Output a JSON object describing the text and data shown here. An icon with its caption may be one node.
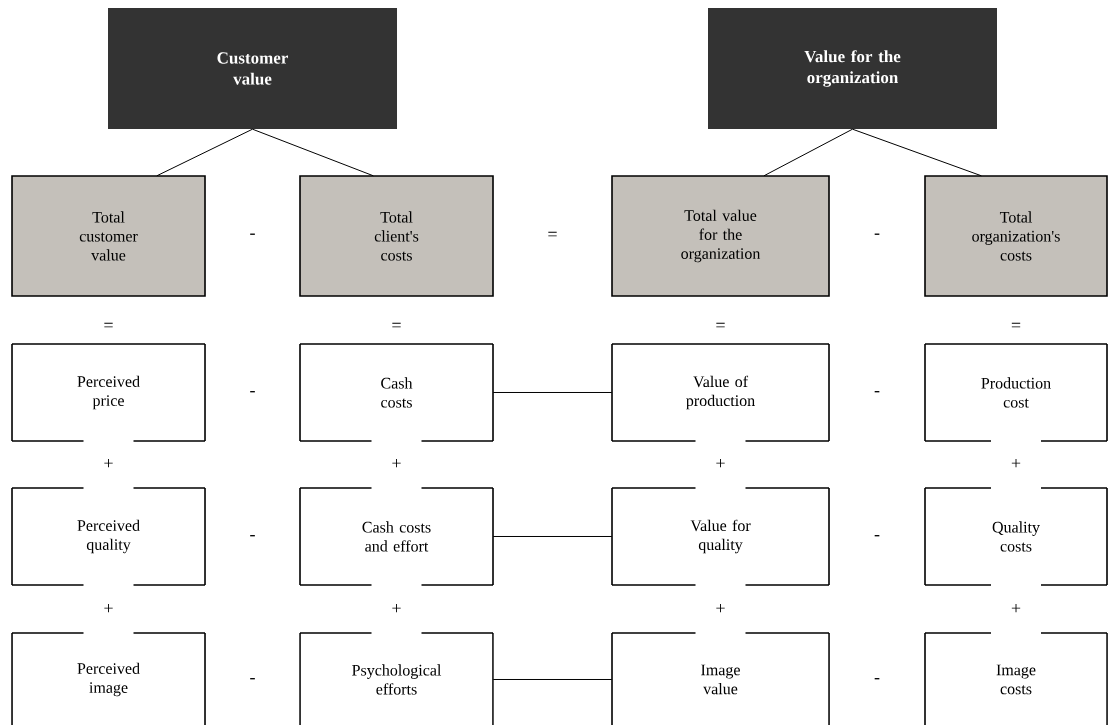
{
  "diagram": {
    "nodes": [
      {
        "text": [
          "Customer value"
        ]
      },
      {
        "text": [
          "Value for the organization"
        ]
      },
      {
        "text": [
          "Total customer value"
        ]
      },
      {
        "text": [
          "Total client's costs"
        ]
      },
      {
        "text": [
          "Total value for the organization"
        ]
      },
      {
        "text": [
          "Total organization's costs"
        ]
      },
      {
        "text": [
          "Perceived price"
        ]
      },
      {
        "text": [
          "Cash costs"
        ]
      },
      {
        "text": [
          "Value of production"
        ]
      },
      {
        "text": [
          "Production cost"
        ]
      },
      {
        "text": [
          "Perceived quality"
        ]
      },
      {
        "text": [
          "Cash costs and effort"
        ]
      },
      {
        "text": [
          "Value for quality"
        ]
      },
      {
        "text": [
          "Quality costs"
        ]
      },
      {
        "text": [
          "Perceived image"
        ]
      },
      {
        "text": [
          "Psychological efforts"
        ]
      },
      {
        "text": [
          "Image value"
        ]
      },
      {
        "text": [
          "Image costs"
        ]
      }
    ],
    "edges": [
      {
        "from": 0,
        "to": 2,
        "arrow": "none"
      },
      {
        "from": 0,
        "to": 3,
        "arrow": "none"
      },
      {
        "from": 1,
        "to": 4,
        "arrow": "none"
      },
      {
        "from": 1,
        "to": 5,
        "arrow": "none"
      },
      {
        "from": 7,
        "to": 8,
        "arrow": "none"
      },
      {
        "from": 11,
        "to": 12,
        "arrow": "none"
      },
      {
        "from": 15,
        "to": 16,
        "arrow": "none"
      }
    ],
    "labels": [
      "-",
      "=",
      "-",
      "=",
      "=",
      "=",
      "=",
      "-",
      "-",
      "+",
      "+",
      "+",
      "+",
      "-",
      "-",
      "+",
      "+",
      "+",
      "+",
      "-",
      "-"
    ]
  }
}
